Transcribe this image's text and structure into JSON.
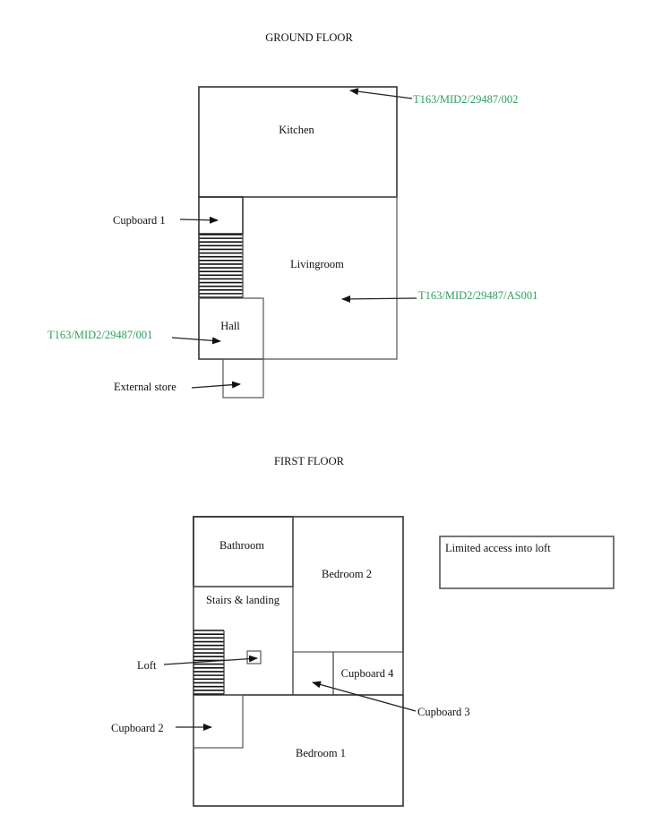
{
  "ground_floor": {
    "title": "GROUND FLOOR",
    "rooms": {
      "kitchen": "Kitchen",
      "living_room": "Livingroom",
      "hall": "Hall"
    },
    "callouts": {
      "cupboard1": "Cupboard 1",
      "external_store": "External store",
      "ref_kitchen": "T163/MID2/29487/002",
      "ref_living": "T163/MID2/29487/AS001",
      "ref_hall": "T163/MID2/29487/001"
    }
  },
  "first_floor": {
    "title": "FIRST FLOOR",
    "rooms": {
      "bathroom": "Bathroom",
      "bedroom2": "Bedroom 2",
      "stairs_landing": "Stairs & landing",
      "cupboard4": "Cupboard 4",
      "bedroom1": "Bedroom 1"
    },
    "callouts": {
      "loft": "Loft",
      "cupboard2": "Cupboard 2",
      "cupboard3": "Cupboard 3"
    },
    "note": "Limited access into loft"
  },
  "colors": {
    "reference_text": "#2e9e5e",
    "walls": "#333333"
  }
}
